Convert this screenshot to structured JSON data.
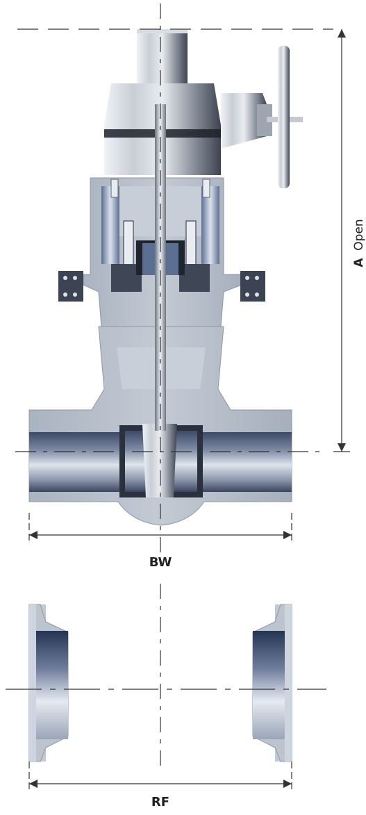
{
  "labels": {
    "height_dimension_bold": "A",
    "height_dimension_suffix": "Open",
    "butt_weld_length": "BW",
    "raised_face_length": "RF"
  },
  "colors": {
    "body_fill": "#b4bcc8",
    "steel_dark": "#3f4757",
    "dimension_line": "#333333",
    "background": "#ffffff"
  }
}
